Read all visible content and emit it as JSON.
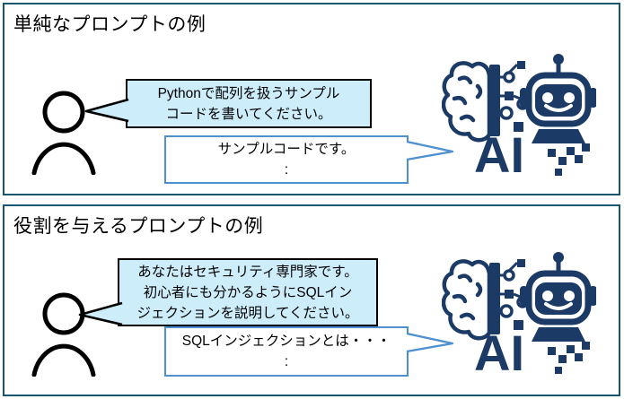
{
  "colors": {
    "panel_border": "#17566F",
    "prompt_bubble_fill": "#CDEDFB",
    "prompt_bubble_border": "#000000",
    "response_bubble_border": "#4E8FD0",
    "ai_navy": "#1B3A66",
    "text": "#000000"
  },
  "icons": {
    "person": "person-outline-icon",
    "ai": "ai-brain-robot-icon"
  },
  "ai_icon": {
    "label": "AI"
  },
  "panels": [
    {
      "title": "単純なプロンプトの例",
      "prompt_bubble": {
        "lines": [
          "Pythonで配列を扱うサンプル",
          "コードを書いてください。"
        ]
      },
      "response_bubble": {
        "lines": [
          "サンプルコードです。",
          ":"
        ]
      }
    },
    {
      "title": "役割を与えるプロンプトの例",
      "prompt_bubble": {
        "lines": [
          "あなたはセキュリティ専門家です。",
          "初心者にも分かるようにSQLイン",
          "ジェクションを説明してください。"
        ]
      },
      "response_bubble": {
        "lines": [
          "SQLインジェクションとは・・・",
          ":"
        ]
      }
    }
  ]
}
